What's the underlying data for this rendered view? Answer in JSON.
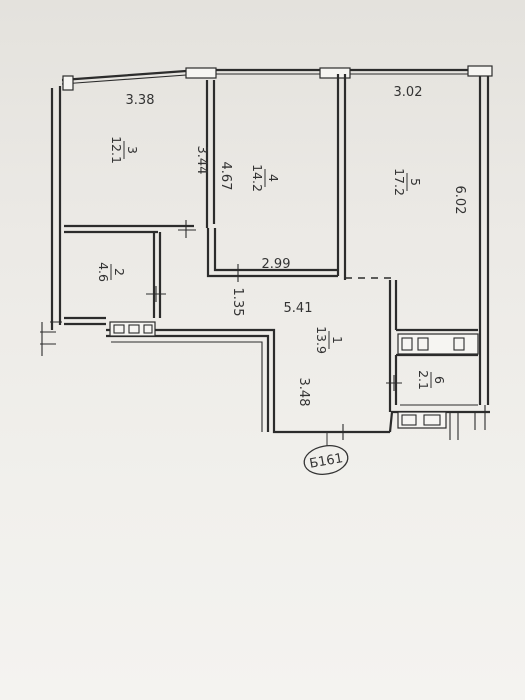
{
  "rooms": [
    {
      "number": "3",
      "area": "12.1"
    },
    {
      "number": "4",
      "area": "14.2"
    },
    {
      "number": "5",
      "area": "17.2"
    },
    {
      "number": "2",
      "area": "4.6"
    },
    {
      "number": "1",
      "area": "13.9"
    },
    {
      "number": "6",
      "area": "2.1"
    }
  ],
  "dimensions": {
    "room3_width": "3.38",
    "room3_depth": "3.44",
    "room4_depth": "4.67",
    "room4_width": "2.99",
    "room5_width": "3.02",
    "room5_depth": "6.02",
    "hall_width": "5.41",
    "hall_depth": "3.48",
    "corridor_width": "1.35"
  },
  "stamp": "Б161"
}
